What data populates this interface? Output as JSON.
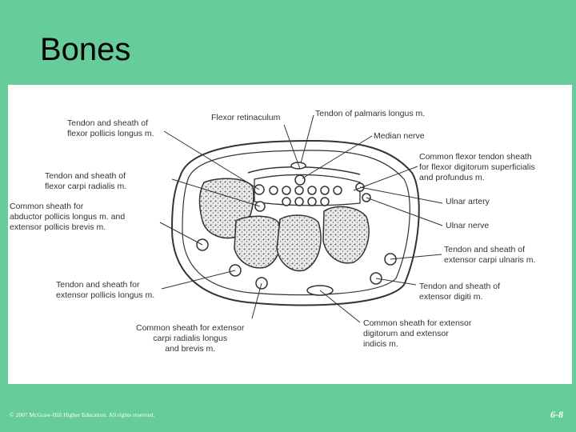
{
  "slide": {
    "title": "Bones",
    "footer": "© 2007 McGraw-Hill Higher Education. All rights reserved.",
    "page_number": "6-8"
  },
  "diagram": {
    "labels": {
      "fpl": "Tendon and sheath of\nflexor pollicis longus m.",
      "fcr": "Tendon and sheath of\nflexor carpi radialis m.",
      "apl": "Common sheath for\nabductor pollicis longus m. and\nextensor pollicis brevis m.",
      "epl": "Tendon and sheath for\nextensor pollicis longus m.",
      "ecr": "Common sheath for extensor\ncarpi radialis longus\nand brevis m.",
      "flexret": "Flexor retinaculum",
      "palmaris": "Tendon of palmaris longus m.",
      "median": "Median nerve",
      "cfts": "Common flexor tendon sheath\nfor flexor digitorum superficialis\nand profundus m.",
      "ulnart": "Ulnar artery",
      "ulnerve": "Ulnar nerve",
      "ecu": "Tendon and sheath of\nextensor carpi ulnaris m.",
      "edm": "Tendon and sheath of\nextensor digiti m.",
      "ede": "Common sheath for extensor\ndigitorum and extensor\nindicis m."
    }
  },
  "colors": {
    "background": "#66CC99",
    "figure_background": "#FFFFFF",
    "line": "#333333"
  }
}
